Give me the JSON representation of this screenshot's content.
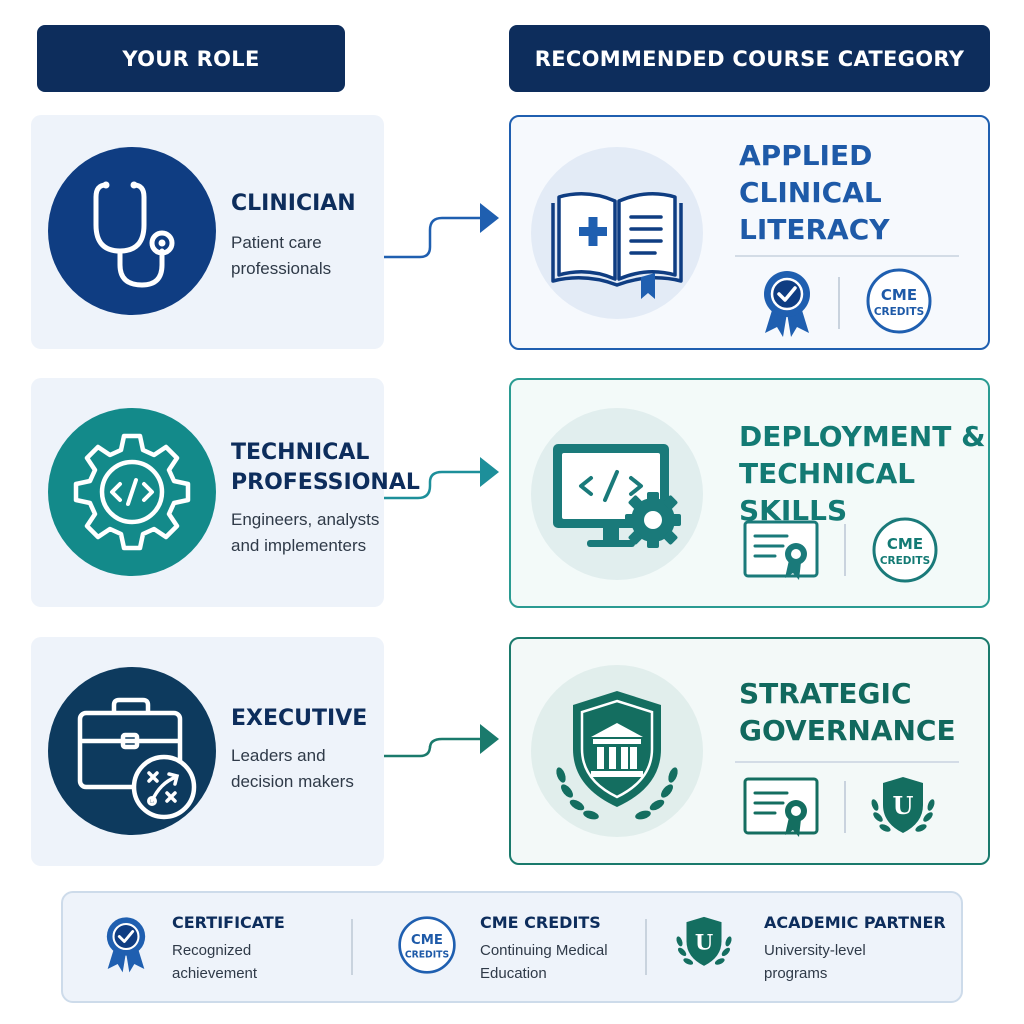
{
  "headers": {
    "role": "YOUR ROLE",
    "course": "RECOMMENDED COURSE CATEGORY"
  },
  "roles": [
    {
      "title_lines": [
        "CLINICIAN"
      ],
      "desc_lines": [
        "Patient care",
        "professionals"
      ],
      "icon": "stethoscope-icon",
      "color": "#0f3d82"
    },
    {
      "title_lines": [
        "TECHNICAL",
        "PROFESSIONAL"
      ],
      "desc_lines": [
        "Engineers, analysts",
        "and implementers"
      ],
      "icon": "gear-code-icon",
      "color": "#138a8a"
    },
    {
      "title_lines": [
        "EXECUTIVE"
      ],
      "desc_lines": [
        "Leaders and",
        "decision makers"
      ],
      "icon": "briefcase-strategy-icon",
      "color": "#0d3a5e"
    }
  ],
  "courses": [
    {
      "title_lines": [
        "APPLIED",
        "CLINICAL",
        "LITERACY"
      ],
      "icon": "medical-book-icon",
      "badges": [
        "award-ribbon-icon",
        "cme-credits-icon"
      ],
      "cme_label": [
        "CME",
        "CREDITS"
      ],
      "accent": "#1f5fb0",
      "bg": "#f6f9fd",
      "title_color": "#1e5aa8"
    },
    {
      "title_lines": [
        "DEPLOYMENT &",
        "TECHNICAL SKILLS"
      ],
      "icon": "monitor-code-icon",
      "badges": [
        "certificate-icon",
        "cme-credits-icon"
      ],
      "cme_label": [
        "CME",
        "CREDITS"
      ],
      "accent": "#2a9b92",
      "bg": "#f3faf9",
      "title_color": "#137a74"
    },
    {
      "title_lines": [
        "STRATEGIC",
        "GOVERNANCE"
      ],
      "icon": "institution-shield-icon",
      "badges": [
        "certificate-icon",
        "university-crest-icon"
      ],
      "crest_letter": "U",
      "accent": "#1a7a6c",
      "bg": "#f3f9f8",
      "title_color": "#11695e"
    }
  ],
  "legend": [
    {
      "title": "CERTIFICATE",
      "desc_lines": [
        "Recognized",
        "achievement"
      ],
      "icon": "award-ribbon-icon"
    },
    {
      "title": "CME CREDITS",
      "desc_lines": [
        "Continuing Medical",
        "Education"
      ],
      "icon": "cme-credits-icon",
      "cme_label": [
        "CME",
        "CREDITS"
      ]
    },
    {
      "title": "ACADEMIC PARTNER",
      "desc_lines": [
        "University-level",
        "programs"
      ],
      "icon": "university-crest-icon",
      "crest_letter": "U"
    }
  ]
}
